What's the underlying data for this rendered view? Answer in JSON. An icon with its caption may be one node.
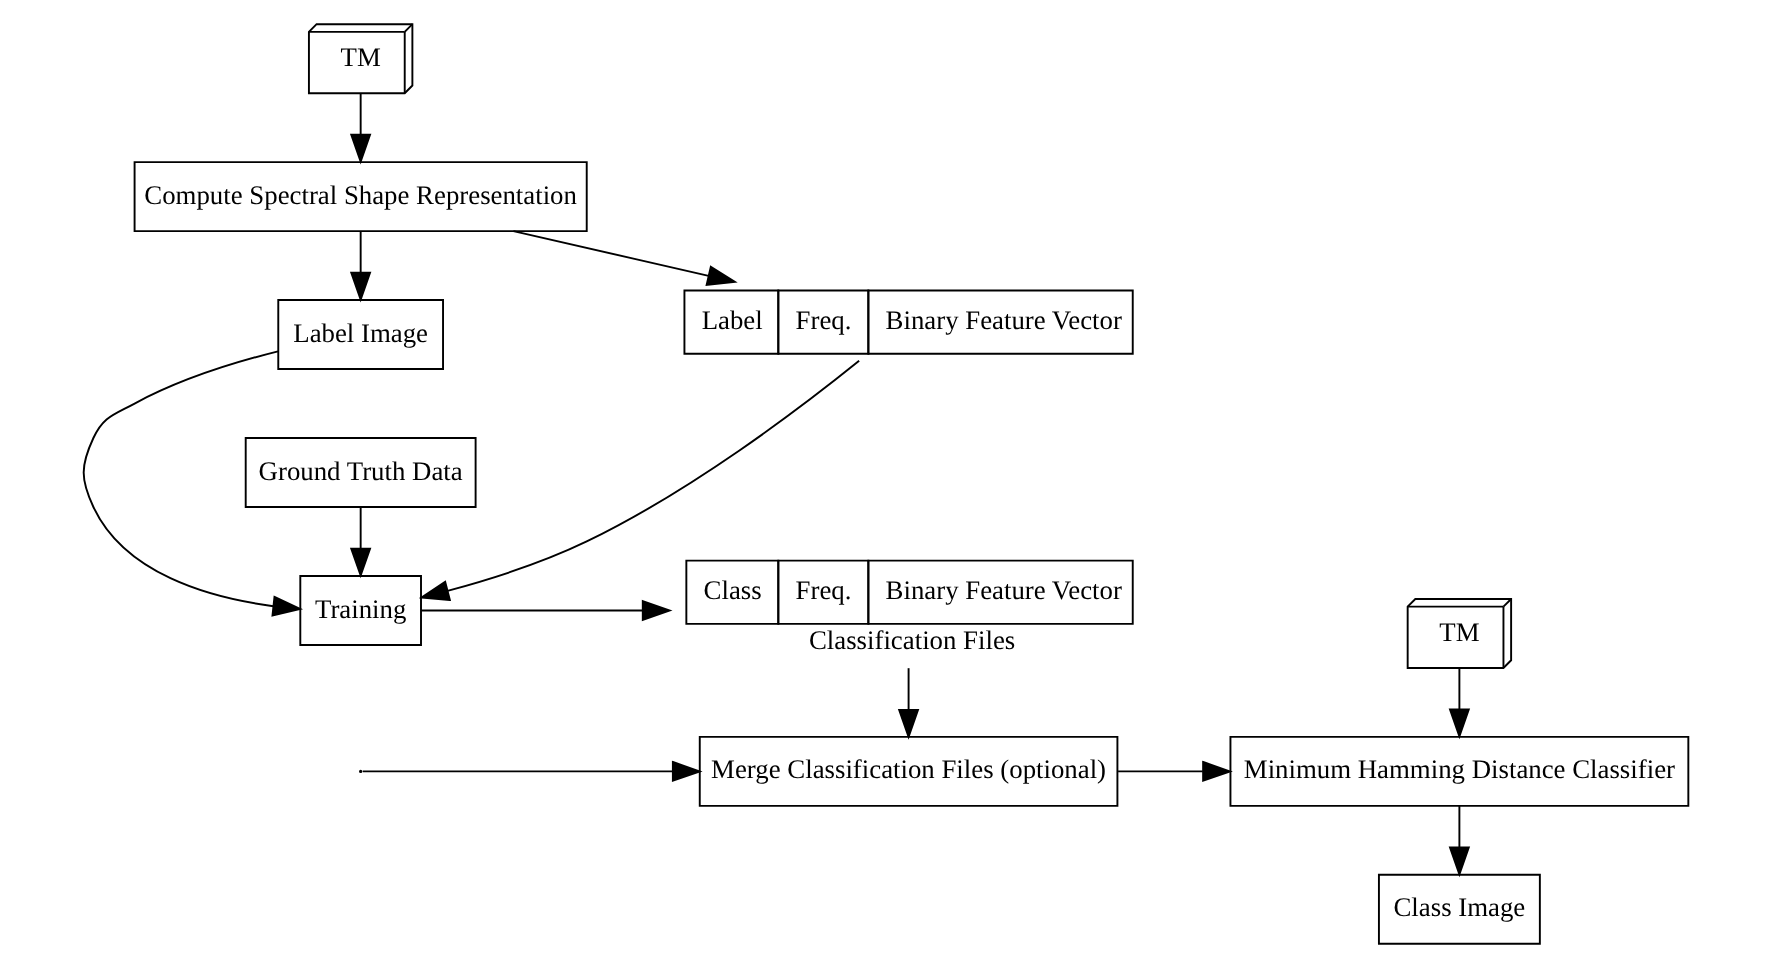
{
  "diagram": {
    "nodes": [
      {
        "text": [
          "TM"
        ]
      },
      {
        "text": [
          "Compute Spectral Shape Representation"
        ]
      },
      {
        "text": [
          "Label Image"
        ]
      },
      {
        "text": [
          "Training"
        ]
      },
      {
        "text": [
          "Ground Truth Data"
        ]
      },
      {
        "text": [
          "Label",
          "Freq.",
          "Binary Feature Vector"
        ]
      },
      {
        "text": [
          "Class",
          "Freq.",
          "Binary Feature Vector"
        ],
        "beside": [
          "Classification Files"
        ]
      },
      {
        "text": [
          "Merge Classification Files (optional)"
        ]
      },
      {
        "text": [
          "TM"
        ]
      },
      {
        "text": [
          "Minimum Hamming Distance Classifier"
        ]
      },
      {
        "text": [
          "Class Image"
        ]
      }
    ],
    "edges": [
      {
        "from": 0,
        "to": 1,
        "arrow": "to"
      },
      {
        "from": 1,
        "to": 2,
        "arrow": "to"
      },
      {
        "from": 2,
        "to": 3,
        "arrow": "to"
      },
      {
        "from": 4,
        "to": 3,
        "arrow": "to"
      },
      {
        "from": 1,
        "to": 5,
        "arrow": "to"
      },
      {
        "from": 5,
        "to": 3,
        "arrow": "to"
      },
      {
        "from": 3,
        "to": 6,
        "arrow": "to"
      },
      {
        "from": 6,
        "to": 7,
        "arrow": "to"
      },
      {
        "from": null,
        "to": 7,
        "arrow": "to"
      },
      {
        "from": 7,
        "to": 9,
        "arrow": "to"
      },
      {
        "from": 8,
        "to": 9,
        "arrow": "to"
      },
      {
        "from": 9,
        "to": 10,
        "arrow": "to"
      }
    ]
  }
}
